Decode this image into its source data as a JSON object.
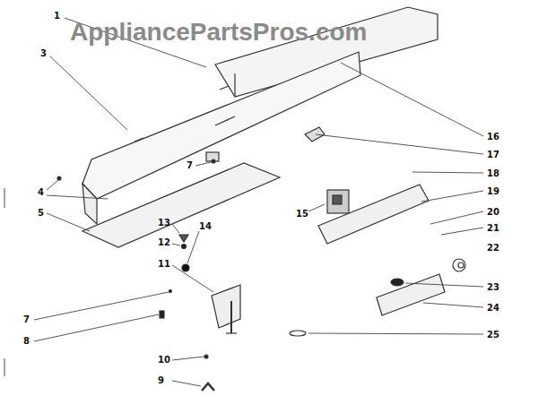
{
  "diagram": {
    "labels": [
      "AppliancePartsPros.com",
      "1",
      "3",
      "7",
      "4",
      "5",
      "13",
      "12",
      "14",
      "11",
      "7",
      "8",
      "10",
      "9",
      "16",
      "17",
      "18",
      "15",
      "19",
      "20",
      "21",
      "22",
      "23",
      "24",
      "25"
    ]
  }
}
